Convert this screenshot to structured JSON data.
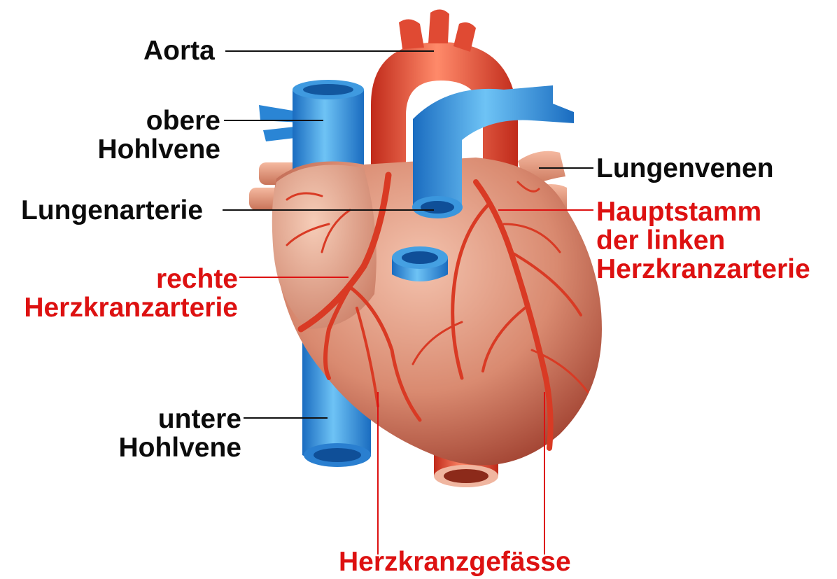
{
  "colors": {
    "label_black": "#0b0b0b",
    "label_red": "#dd1111",
    "muscle": "#c76a52",
    "vessel_red": "#e0462f",
    "vein_blue": "#2f8fd8"
  },
  "labels": {
    "aorta": "Aorta",
    "obere_hohlvene": [
      "obere",
      "Hohlvene"
    ],
    "lungenvenen": "Lungenvenen",
    "lungenarterie": "Lungenarterie",
    "hauptstamm": [
      "Hauptstamm",
      "der linken",
      "Herzkranzarterie"
    ],
    "rechte_herzkranzarterie": [
      "rechte",
      "Herzkranzarterie"
    ],
    "untere_hohlvene": [
      "untere",
      "Hohlvene"
    ],
    "herzkranzgefaesse": "Herzkranzgefässe"
  }
}
